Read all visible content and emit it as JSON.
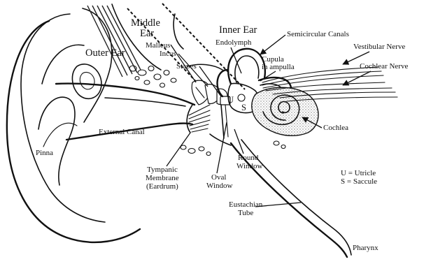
{
  "labels": {
    "middle_ear_line1": "Middle",
    "middle_ear_line2": "Ear",
    "inner_ear": "Inner Ear",
    "outer_ear": "Outer Ear",
    "malleus": "Malleus",
    "incus": "Incus",
    "stapes": "Stapes",
    "endolymph": "Endolymph",
    "semicircular_canals": "Semicircular Canals",
    "vestibular_nerve": "Vestibular Nerve",
    "cupula_line1": "Cupula",
    "cupula_line2": "in ampulla",
    "cochlear_nerve": "Cochlear Nerve",
    "u_marker": "U",
    "s_marker": "S",
    "external_canal": "External Canal",
    "cochlea": "Cochlea",
    "pinna": "Pinna",
    "round_window_line1": "Round",
    "round_window_line2": "Window",
    "tympanic_line1": "Tympanic",
    "tympanic_line2": "Membrane",
    "tympanic_line3": "(Eardrum)",
    "oval_window_line1": "Oval",
    "oval_window_line2": "Window",
    "legend_u": "U = Utricle",
    "legend_s": "S = Saccule",
    "eustachian_line1": "Eustachian",
    "eustachian_line2": "Tube",
    "pharynx": "Pharynx"
  },
  "colors": {
    "ink": "#111111",
    "background": "#ffffff",
    "cochlea_fill": "#cfcfcf"
  }
}
